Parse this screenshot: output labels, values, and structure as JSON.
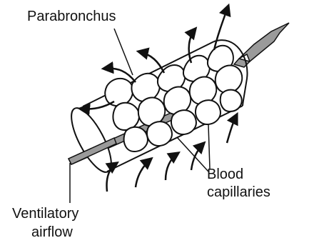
{
  "labels": {
    "parabronchus": "Parabronchus",
    "blood": "Blood",
    "capillaries": "capillaries",
    "ventilatory": "Ventilatory",
    "airflow": "airflow"
  },
  "colors": {
    "ink": "#111111",
    "arrow_fill": "#9a9a9a",
    "background": "#ffffff"
  }
}
